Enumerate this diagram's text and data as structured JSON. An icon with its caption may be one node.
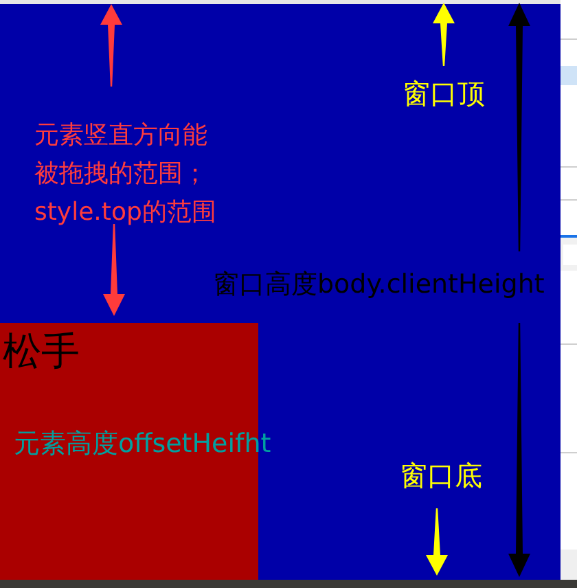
{
  "diagram": {
    "nodes": [
      {
        "text": [
          "松手",
          "元素高度offsetHeifht"
        ]
      }
    ],
    "labels": [
      "窗口顶",
      "元素竖直方向能被拖拽的范围；style.top的范围",
      "窗口高度body.clientHeight",
      "窗口底"
    ]
  }
}
